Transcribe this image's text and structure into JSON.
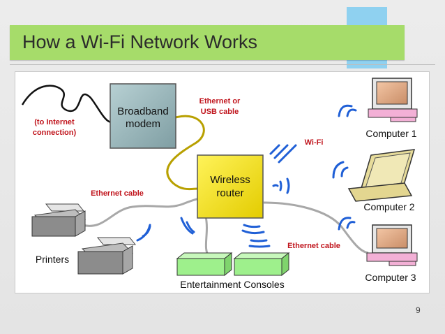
{
  "slide": {
    "title": "How a Wi-Fi Network Works",
    "page_number": "9"
  },
  "diagram": {
    "modem_label_line1": "Broadband",
    "modem_label_line2": "modem",
    "router_label_line1": "Wireless",
    "router_label_line2": "router",
    "internet_label_line1": "(to Internet",
    "internet_label_line2": "connection)",
    "eth_usb_line1": "Ethernet or",
    "eth_usb_line2": "USB cable",
    "wifi_label": "Wi-Fi",
    "ethernet_cable_left": "Ethernet cable",
    "ethernet_cable_right": "Ethernet cable",
    "printers_label": "Printers",
    "consoles_label": "Entertainment Consoles",
    "computer1_label": "Computer 1",
    "computer2_label": "Computer 2",
    "computer3_label": "Computer 3"
  },
  "colors": {
    "accent_red": "#c0141c",
    "title_green": "#a6dc6a",
    "accent_blue": "#8fd1f0",
    "router_yellow": "#f2e000",
    "modem_teal": "#9cb9bd",
    "console_green": "#9ef08c",
    "wave_blue": "#1f5fd6"
  }
}
